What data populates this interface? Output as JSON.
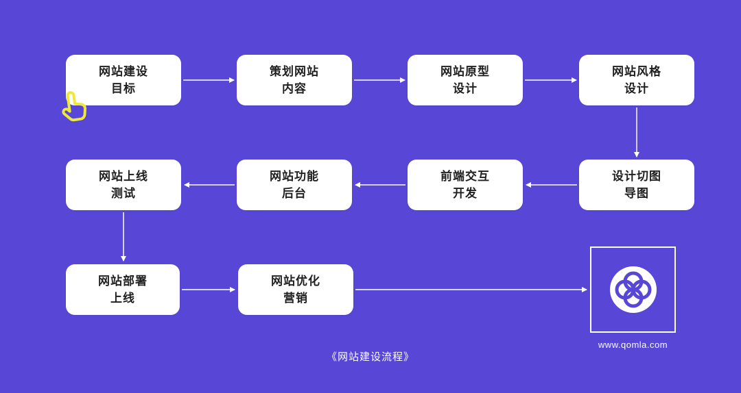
{
  "colors": {
    "background": "#5847d6",
    "box_background": "#ffffff",
    "box_text": "#1f1f1f",
    "arrow": "#ffffff",
    "cursor_yellow": "#ece93b"
  },
  "nodes": [
    {
      "line1": "网站建设",
      "line2": "目标"
    },
    {
      "line1": "策划网站",
      "line2": "内容"
    },
    {
      "line1": "网站原型",
      "line2": "设计"
    },
    {
      "line1": "网站风格",
      "line2": "设计"
    },
    {
      "line1": "网站上线",
      "line2": "测试"
    },
    {
      "line1": "网站功能",
      "line2": "后台"
    },
    {
      "line1": "前端交互",
      "line2": "开发"
    },
    {
      "line1": "设计切图",
      "line2": "导图"
    },
    {
      "line1": "网站部署",
      "line2": "上线"
    },
    {
      "line1": "网站优化",
      "line2": "营销"
    }
  ],
  "edges": [
    {
      "from": "网站建设目标",
      "to": "策划网站内容"
    },
    {
      "from": "策划网站内容",
      "to": "网站原型设计"
    },
    {
      "from": "网站原型设计",
      "to": "网站风格设计"
    },
    {
      "from": "网站风格设计",
      "to": "设计切图导图"
    },
    {
      "from": "设计切图导图",
      "to": "前端交互开发"
    },
    {
      "from": "前端交互开发",
      "to": "网站功能后台"
    },
    {
      "from": "网站功能后台",
      "to": "网站上线测试"
    },
    {
      "from": "网站上线测试",
      "to": "网站部署上线"
    },
    {
      "from": "网站部署上线",
      "to": "网站优化营销"
    },
    {
      "from": "网站优化营销",
      "to": "qomla-logo"
    }
  ],
  "caption": "《网站建设流程》",
  "logo": {
    "icon": "qomla-knot-icon",
    "website": "www.qomla.com"
  }
}
